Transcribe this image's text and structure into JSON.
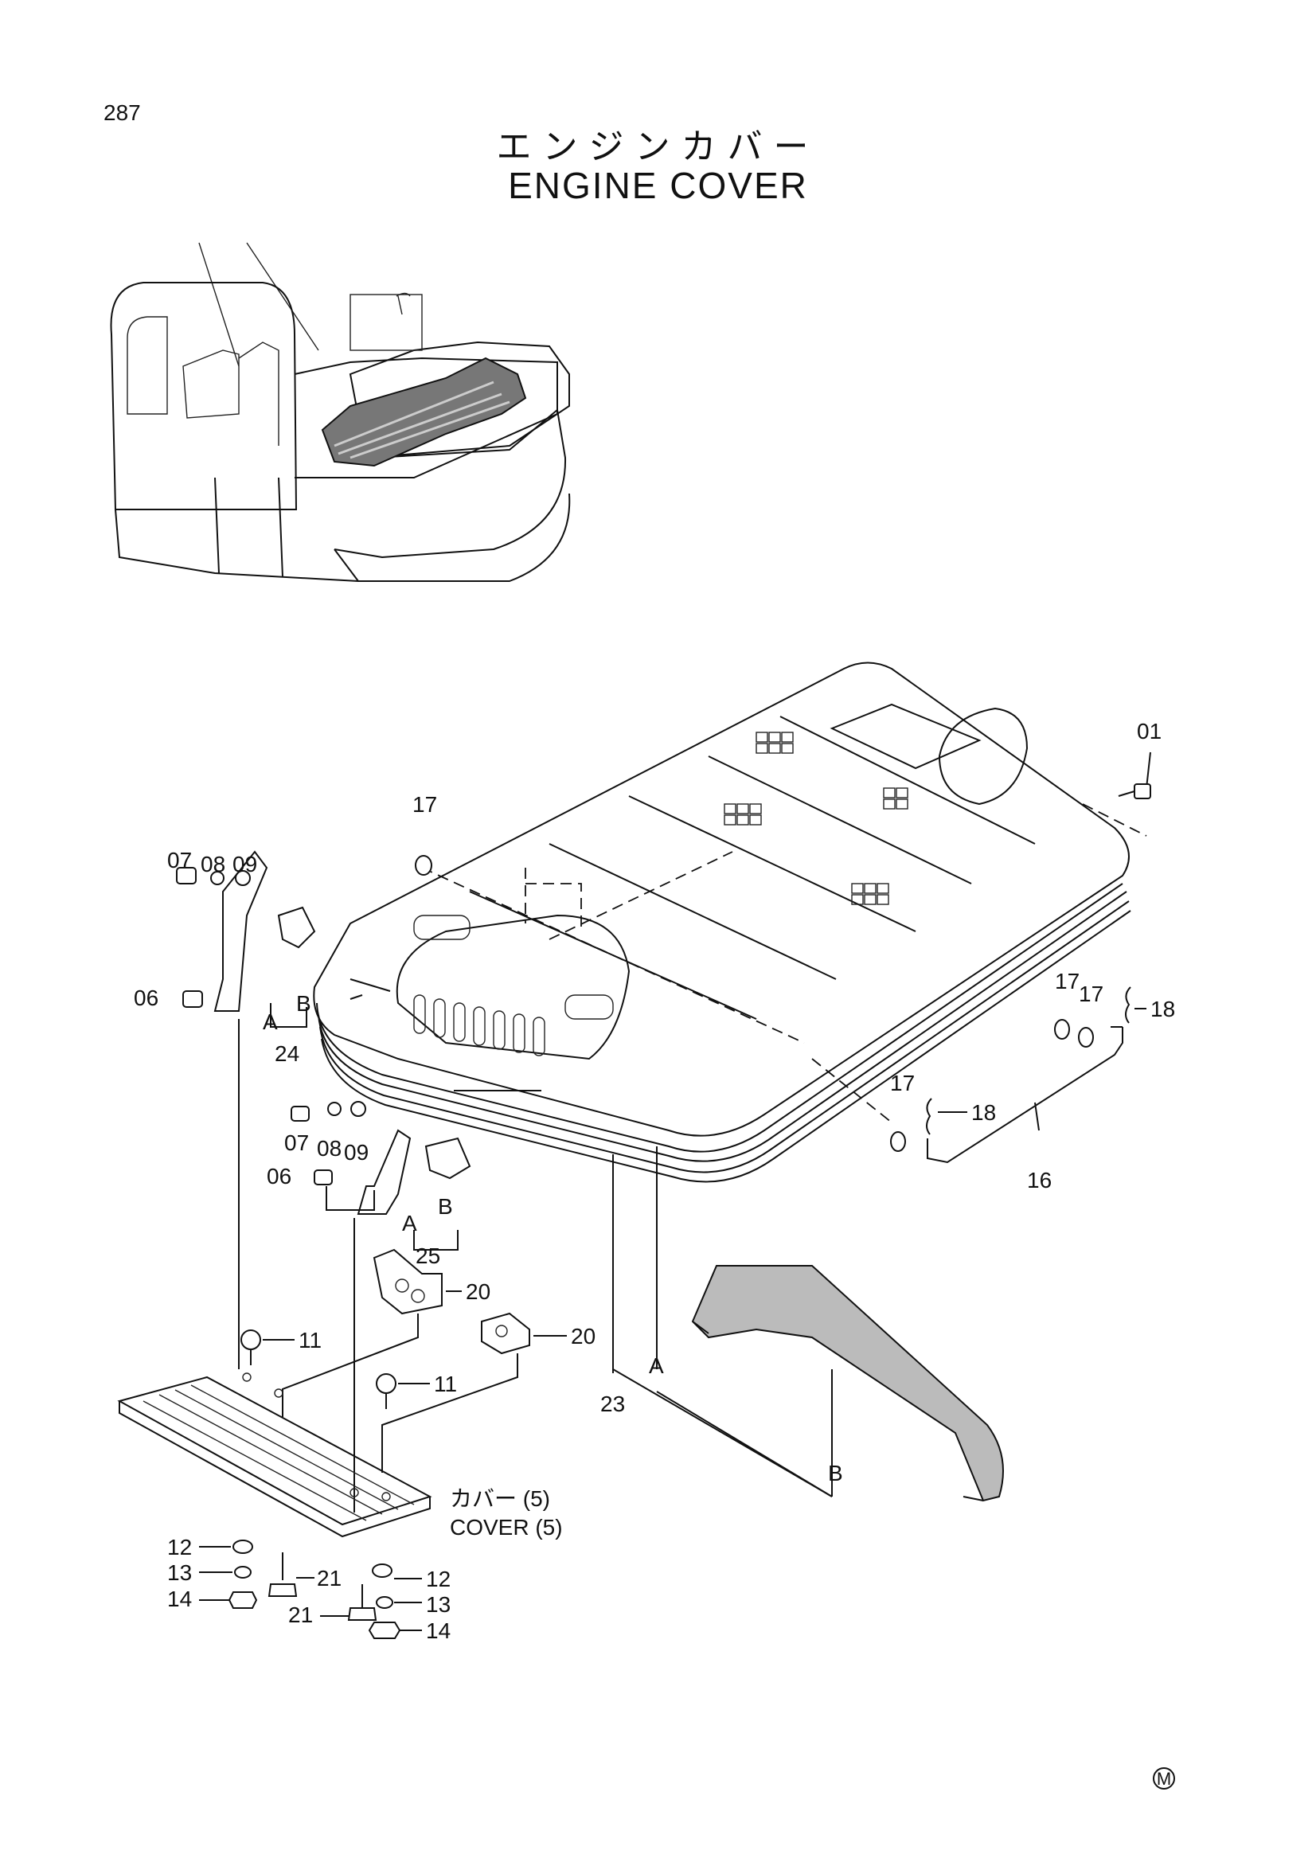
{
  "page": {
    "number": "287"
  },
  "title": {
    "japanese": "エンジンカバー",
    "english": "ENGINE COVER"
  },
  "callouts": {
    "c01": "01",
    "c06a": "06",
    "c06b": "06",
    "c07a": "07",
    "c07b": "07",
    "c08a": "08",
    "c08b": "08",
    "c09a": "09",
    "c09b": "09",
    "c11a": "11",
    "c11b": "11",
    "c12a": "12",
    "c12b": "12",
    "c13a": "13",
    "c13b": "13",
    "c14a": "14",
    "c14b": "14",
    "c16": "16",
    "c17a": "17",
    "c17b": "17",
    "c17c": "17",
    "c17d": "17",
    "c18a": "18",
    "c18b": "18",
    "c20a": "20",
    "c20b": "20",
    "c21a": "21",
    "c21b": "21",
    "c23": "23",
    "c24": "24",
    "c25": "25",
    "refA1": "A",
    "refA2": "A",
    "refA3": "A",
    "refB1": "B",
    "refB2": "B",
    "refB3": "B"
  },
  "notes": {
    "cover_jp": "カバー (5)",
    "cover_en": "COVER (5)"
  },
  "footer_mark": "M"
}
